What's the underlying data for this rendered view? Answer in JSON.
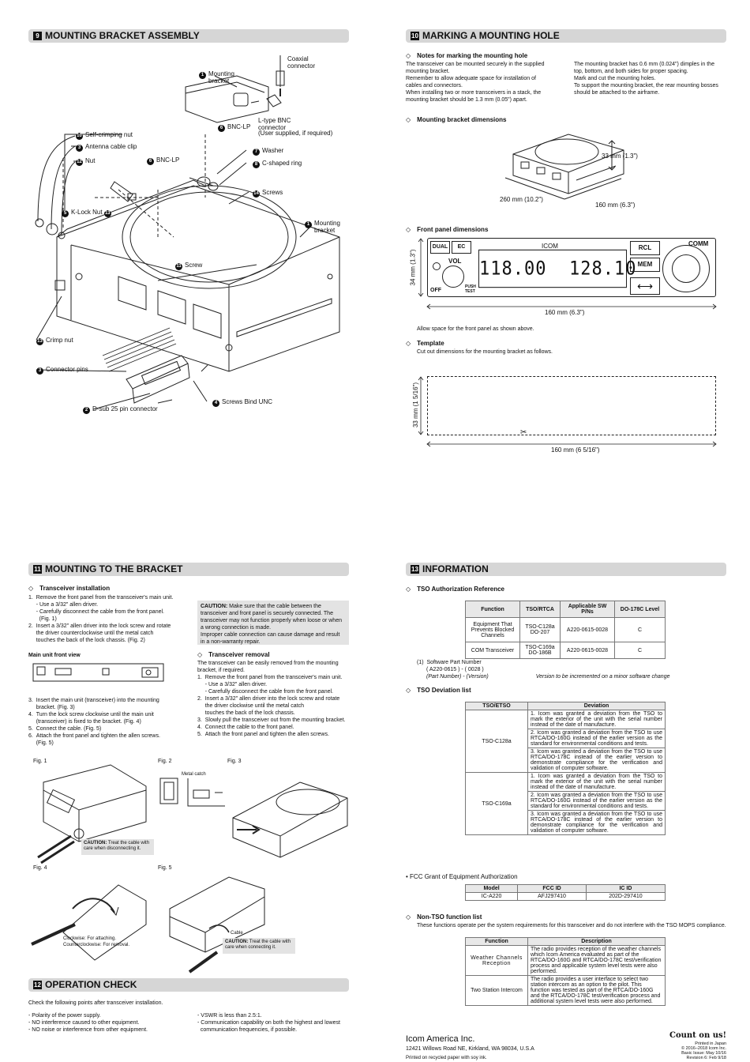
{
  "s9": {
    "num": "9",
    "title": "MOUNTING BRACKET ASSEMBLY",
    "labels": {
      "mounting_bracket_top": "Mounting bracket",
      "coaxial_connector": "Coaxial connector",
      "bnc_lp_top": "BNC-LP",
      "l_type_bnc": "L-type BNC connector",
      "user_supplied": "(User supplied, if required)",
      "self_crimping_nut": "Self-crimping nut",
      "antenna_cable_clip": "Antenna cable clip",
      "nut": "Nut",
      "bnc_lp": "BNC-LP",
      "washer": "Washer",
      "c_ring": "C-shaped ring",
      "screws": "Screws",
      "k_lock_nut": "K-Lock Nut",
      "mounting_bracket_right": "Mounting bracket",
      "screw": "Screw",
      "crimp_nut": "Crimp nut",
      "connector_pins": "Connector pins",
      "screws_bind_unc": "Screws Bind UNC",
      "dsub": "D-sub 25 pin connector"
    },
    "nums": {
      "mounting_bracket_top": "1",
      "bnc_lp_top": "6",
      "self_crimping_nut": "10",
      "antenna_cable_clip": "3",
      "nut": "12",
      "bnc_lp": "6",
      "washer": "7",
      "c_ring": "8",
      "screws": "14",
      "k_lock_nut": "5",
      "k_lock_nut_b": "13",
      "mounting_bracket_right": "1",
      "screw": "11",
      "crimp_nut": "13",
      "connector_pins": "3",
      "screws_bind_unc": "4",
      "dsub": "2"
    }
  },
  "s10": {
    "num": "10",
    "title": "MARKING A MOUNTING HOLE",
    "notes_title": "Notes for marking the mounting hole",
    "notes_left": [
      "The transceiver can be mounted securely in the supplied",
      "mounting bracket.",
      "Remember to allow adequate space for installation of",
      "cables and connectors.",
      "When installing two or more transceivers in a stack, the",
      "mounting bracket should be 1.3 mm (0.05\") apart."
    ],
    "notes_right": [
      "The mounting bracket has 0.6 mm (0.024\") dimples in the",
      "top, bottom, and both sides for proper spacing.",
      "Mark and cut the mounting holes.",
      "To support the mounting bracket, the rear mounting bosses",
      "should be attached to the airframe."
    ],
    "bracket_dims_title": "Mounting bracket dimensions",
    "dim_33": "33 mm (1.3\")",
    "dim_260": "260 mm (10.2\")",
    "dim_160a": "160 mm (6.3\")",
    "front_title": "Front panel dimensions",
    "panel": {
      "dual": "DUAL",
      "ec": "EC",
      "vol": "VOL",
      "off": "OFF",
      "push": "PUSH",
      "test": "TEST",
      "brand": "ICOM",
      "freq1": "118.00",
      "freq2": "128.10",
      "rcl": "RCL",
      "mem": "MEM",
      "swap": "⟷",
      "comm": "COMM"
    },
    "dim_34": "34 mm (1.3\")",
    "dim_160b": "160 mm (6.3\")",
    "allow_space": "Allow space for the front panel as shown above.",
    "template_title": "Template",
    "template_text": "Cut out dimensions for the mounting bracket as follows.",
    "dim_33t": "33 mm (1 5/16\")",
    "dim_160t": "160 mm (6 5/16\")"
  },
  "s11": {
    "num": "11",
    "title": "MOUNTING TO THE BRACKET",
    "install_title": "Transceiver installation",
    "install_steps": [
      "1.  Remove the front panel from the transceiver's main unit.",
      "     - Use a 3/32\" allen driver.",
      "     - Carefully disconnect the cable from the front panel.",
      "       (Fig. 1)",
      "2.  Insert a 3/32\" allen driver into the lock screw and rotate",
      "     the driver counterclockwise until the metal catch",
      "     touches the back of the lock chassis. (Fig. 2)"
    ],
    "main_unit_front": "Main unit front view",
    "install_steps2": [
      "3.  Insert the main unit (transceiver) into the mounting",
      "     bracket. (Fig. 3)",
      "4.  Turn the lock screw clockwise until the main unit",
      "     (transceiver) is fixed to the bracket. (Fig. 4)",
      "5.  Connect the cable. (Fig. 5)",
      "6.  Attach the front panel and tighten the allen screws.",
      "     (Fig. 5)"
    ],
    "caution_label": "CAUTION:",
    "caution_text": [
      " Make sure that the cable between the",
      "transceiver and front panel is securely connected. The",
      "transceiver may not function properly when loose or when",
      "a wrong connection is made.",
      "Improper cable connection can cause damage and result",
      "in a non-warranty repair."
    ],
    "removal_title": "Transceiver removal",
    "removal_steps": [
      "The transceiver can be easily removed from the mounting",
      "bracket, if required.",
      "1.  Remove the front panel from the transceiver's main unit.",
      "     - Use a 3/32\" allen driver.",
      "     - Carefully disconnect the cable from the front panel.",
      "2.  Insert a 3/32\" allen driver into the lock screw and rotate",
      "     the driver clockwise until the metal catch",
      "     touches the back of the lock chassis.",
      "3.  Slowly pull the transceiver out from the mounting bracket.",
      "4.  Connect the cable to the front panel.",
      "5.  Attach the front panel and tighten the allen screws."
    ],
    "fig1": "Fig. 1",
    "fig2": "Fig. 2",
    "fig3": "Fig. 3",
    "fig4": "Fig. 4",
    "fig5": "Fig. 5",
    "metal_catch": "Metal catch",
    "fig1_caution": "Treat the cable with care when disconnecting it.",
    "fig4_note1": "Clockwise: For attaching.",
    "fig4_note2": "Counterclockwise: For removal.",
    "fig5_cable": "Cable",
    "fig5_caution": "Treat the cable with care when connecting it."
  },
  "s12": {
    "num": "12",
    "title": "OPERATION CHECK",
    "intro": "Check the following points after transceiver installation.",
    "left": [
      "- Polarity of the power supply.",
      "- NO interference caused to other equipment.",
      "- NO noise or interference from other equipment."
    ],
    "right": [
      "- VSWR is less than 2.5:1.",
      "- Communication capability on both the highest and lowest",
      "  communication frequencies, if possible."
    ]
  },
  "s13": {
    "num": "13",
    "title": "INFORMATION",
    "tso_ref_title": "TSO Authorization Reference",
    "tso_ref_headers": [
      "Function",
      "TSO/RTCA",
      "Applicable SW P/Ns",
      "DO-178C Level"
    ],
    "tso_ref_rows": [
      [
        "Equipment That Prevents Blocked Channels",
        "TSO-C128a DO-207",
        "A220-0615-0028",
        "C"
      ],
      [
        "COM Transceiver",
        "TSO-C169a DO-186B",
        "A220-0615-0028",
        "C"
      ]
    ],
    "sw_note1": "(1)  Software Part Number",
    "sw_note2": "( A220-0615 ) - ( 0028 )",
    "sw_note3": "(Part Number) - (Version)",
    "sw_note4": "Version to be incremented on a minor software change",
    "dev_title": "TSO Deviation list",
    "dev_headers": [
      "TSO/ETSO",
      "Deviation"
    ],
    "dev_groups": [
      {
        "tso": "TSO-C128a",
        "items": [
          "1. Icom was granted a deviation from the TSO to mark the exterior of the unit with the serial number instead of the date of manufacture.",
          "2. Icom was granted a deviation from the TSO to use RTCA/DO-160G instead of the earlier version as the standard for environmental conditions and tests.",
          "3. Icom was granted a deviation from the TSO to use RTCA/DO-178C instead of the earlier version to demonstrate compliance for the verification and validation of computer software."
        ]
      },
      {
        "tso": "TSO-C169a",
        "items": [
          "1. Icom was granted a deviation from the TSO to mark the exterior of the unit with the serial number instead of the date of manufacture.",
          "2. Icom was granted a deviation from the TSO to use RTCA/DO-160G instead of the earlier version as the standard for environmental conditions and tests.",
          "3. Icom was granted a deviation from the TSO to use RTCA/DO-178C instead of the earlier version to demonstrate compliance for the verification and validation of computer software."
        ]
      }
    ],
    "fcc_title": "• FCC Grant of Equipment Authorization",
    "fcc_headers": [
      "Model",
      "FCC ID",
      "IC ID"
    ],
    "fcc_row": [
      "IC-A220",
      "AFJ297410",
      "202D-297410"
    ],
    "nontso_title": "Non-TSO function list",
    "nontso_intro": "These functions operate per the system requirements for this transceiver and do not interfere with the TSO MOPS compliance.",
    "nontso_headers": [
      "Function",
      "Description"
    ],
    "nontso_rows": [
      [
        "Weather Channels Reception",
        "The radio provides reception of the weather channels which Icom America evaluated as part of the RTCA/DO-160G and RTCA/DO-178C test/verification process and applicable system level tests were also performed."
      ],
      [
        "Two Station Intercom",
        "The radio provides a user interface to select two station intercom as an option to the pilot. This function was tested as part of the RTCA/DO-160G and the RTCA/DO-178C test/verification process and additional system level tests were also performed."
      ]
    ]
  },
  "footer": {
    "company": "Icom America Inc.",
    "address": "12421 Willows Road NE, Kirkland, WA 98034, U.S.A",
    "recycled": "Printed on recycled paper with soy ink.",
    "count": "Count on us!",
    "printed": "Printed in Japan",
    "copyright": "© 2016–2018 Icom Inc.",
    "basic": "Basic Issue: May 10/16",
    "revision": "Revision 6: Feb 9/18"
  }
}
